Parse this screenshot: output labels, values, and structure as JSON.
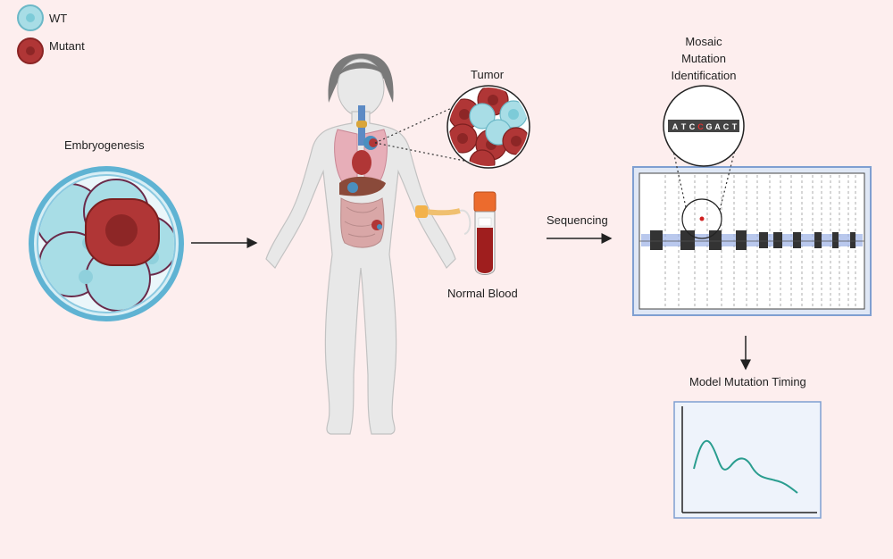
{
  "legend": {
    "items": [
      {
        "label": "WT",
        "color": "#a8dde6"
      },
      {
        "label": "Mutant",
        "color": "#b03636"
      }
    ]
  },
  "stages": {
    "embryogenesis": "Embryogenesis",
    "tumor": "Tumor",
    "normal_blood": "Normal Blood",
    "sequencing": "Sequencing",
    "mosaic_line1": "Mosaic",
    "mosaic_line2": "Mutation",
    "mosaic_line3": "Identification",
    "model_timing": "Model Mutation Timing"
  },
  "dna_sequence": [
    "A",
    "T",
    "C",
    "C",
    "G",
    "A",
    "C",
    "T"
  ],
  "colors": {
    "background": "#fdeeee",
    "wt_cell": "#a8dde6",
    "mutant_cell": "#b03636",
    "curve": "#2a9d8f",
    "panel": "#eef3fb",
    "panel_border": "#7f9fd1"
  },
  "icons": [
    "wt-cell-icon",
    "mutant-cell-icon",
    "embryo-icon",
    "human-body-icon",
    "blood-tube-icon",
    "magnifier-icon",
    "dna-sequence-icon",
    "sequencing-plot-icon",
    "timing-curve-icon",
    "arrow-icon"
  ]
}
